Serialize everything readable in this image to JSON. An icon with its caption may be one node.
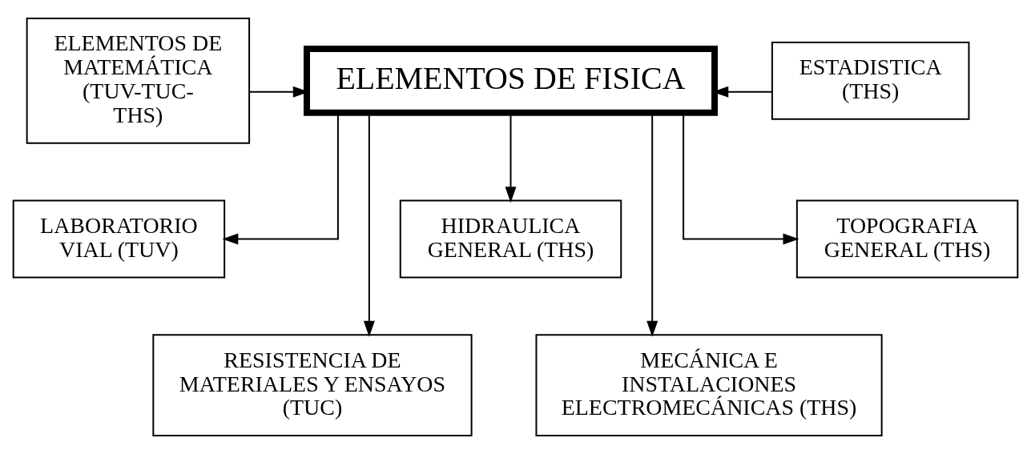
{
  "diagram": {
    "nodes": [
      {
        "text": [
          "ELEMENTOS DE MATEMÁTICA (TUV-TUC-THS)"
        ]
      },
      {
        "text": [
          "ELEMENTOS DE FISICA"
        ]
      },
      {
        "text": [
          "ESTADISTICA (THS)"
        ]
      },
      {
        "text": [
          "LABORATORIO VIAL (TUV)"
        ]
      },
      {
        "text": [
          "RESISTENCIA DE MATERIALES Y ENSAYOS (TUC)"
        ]
      },
      {
        "text": [
          "HIDRAULICA GENERAL (THS)"
        ]
      },
      {
        "text": [
          "MECÁNICA E INSTALACIONES ELECTROMECÁNICAS (THS)"
        ]
      },
      {
        "text": [
          "TOPOGRAFIA GENERAL (THS)"
        ]
      }
    ],
    "edges": [
      {
        "from": 0,
        "to": 1,
        "arrow": "to"
      },
      {
        "from": 2,
        "to": 1,
        "arrow": "to"
      },
      {
        "from": 1,
        "to": 3,
        "arrow": "to"
      },
      {
        "from": 1,
        "to": 4,
        "arrow": "to"
      },
      {
        "from": 1,
        "to": 5,
        "arrow": "to"
      },
      {
        "from": 1,
        "to": 6,
        "arrow": "to"
      },
      {
        "from": 1,
        "to": 7,
        "arrow": "to"
      }
    ]
  }
}
